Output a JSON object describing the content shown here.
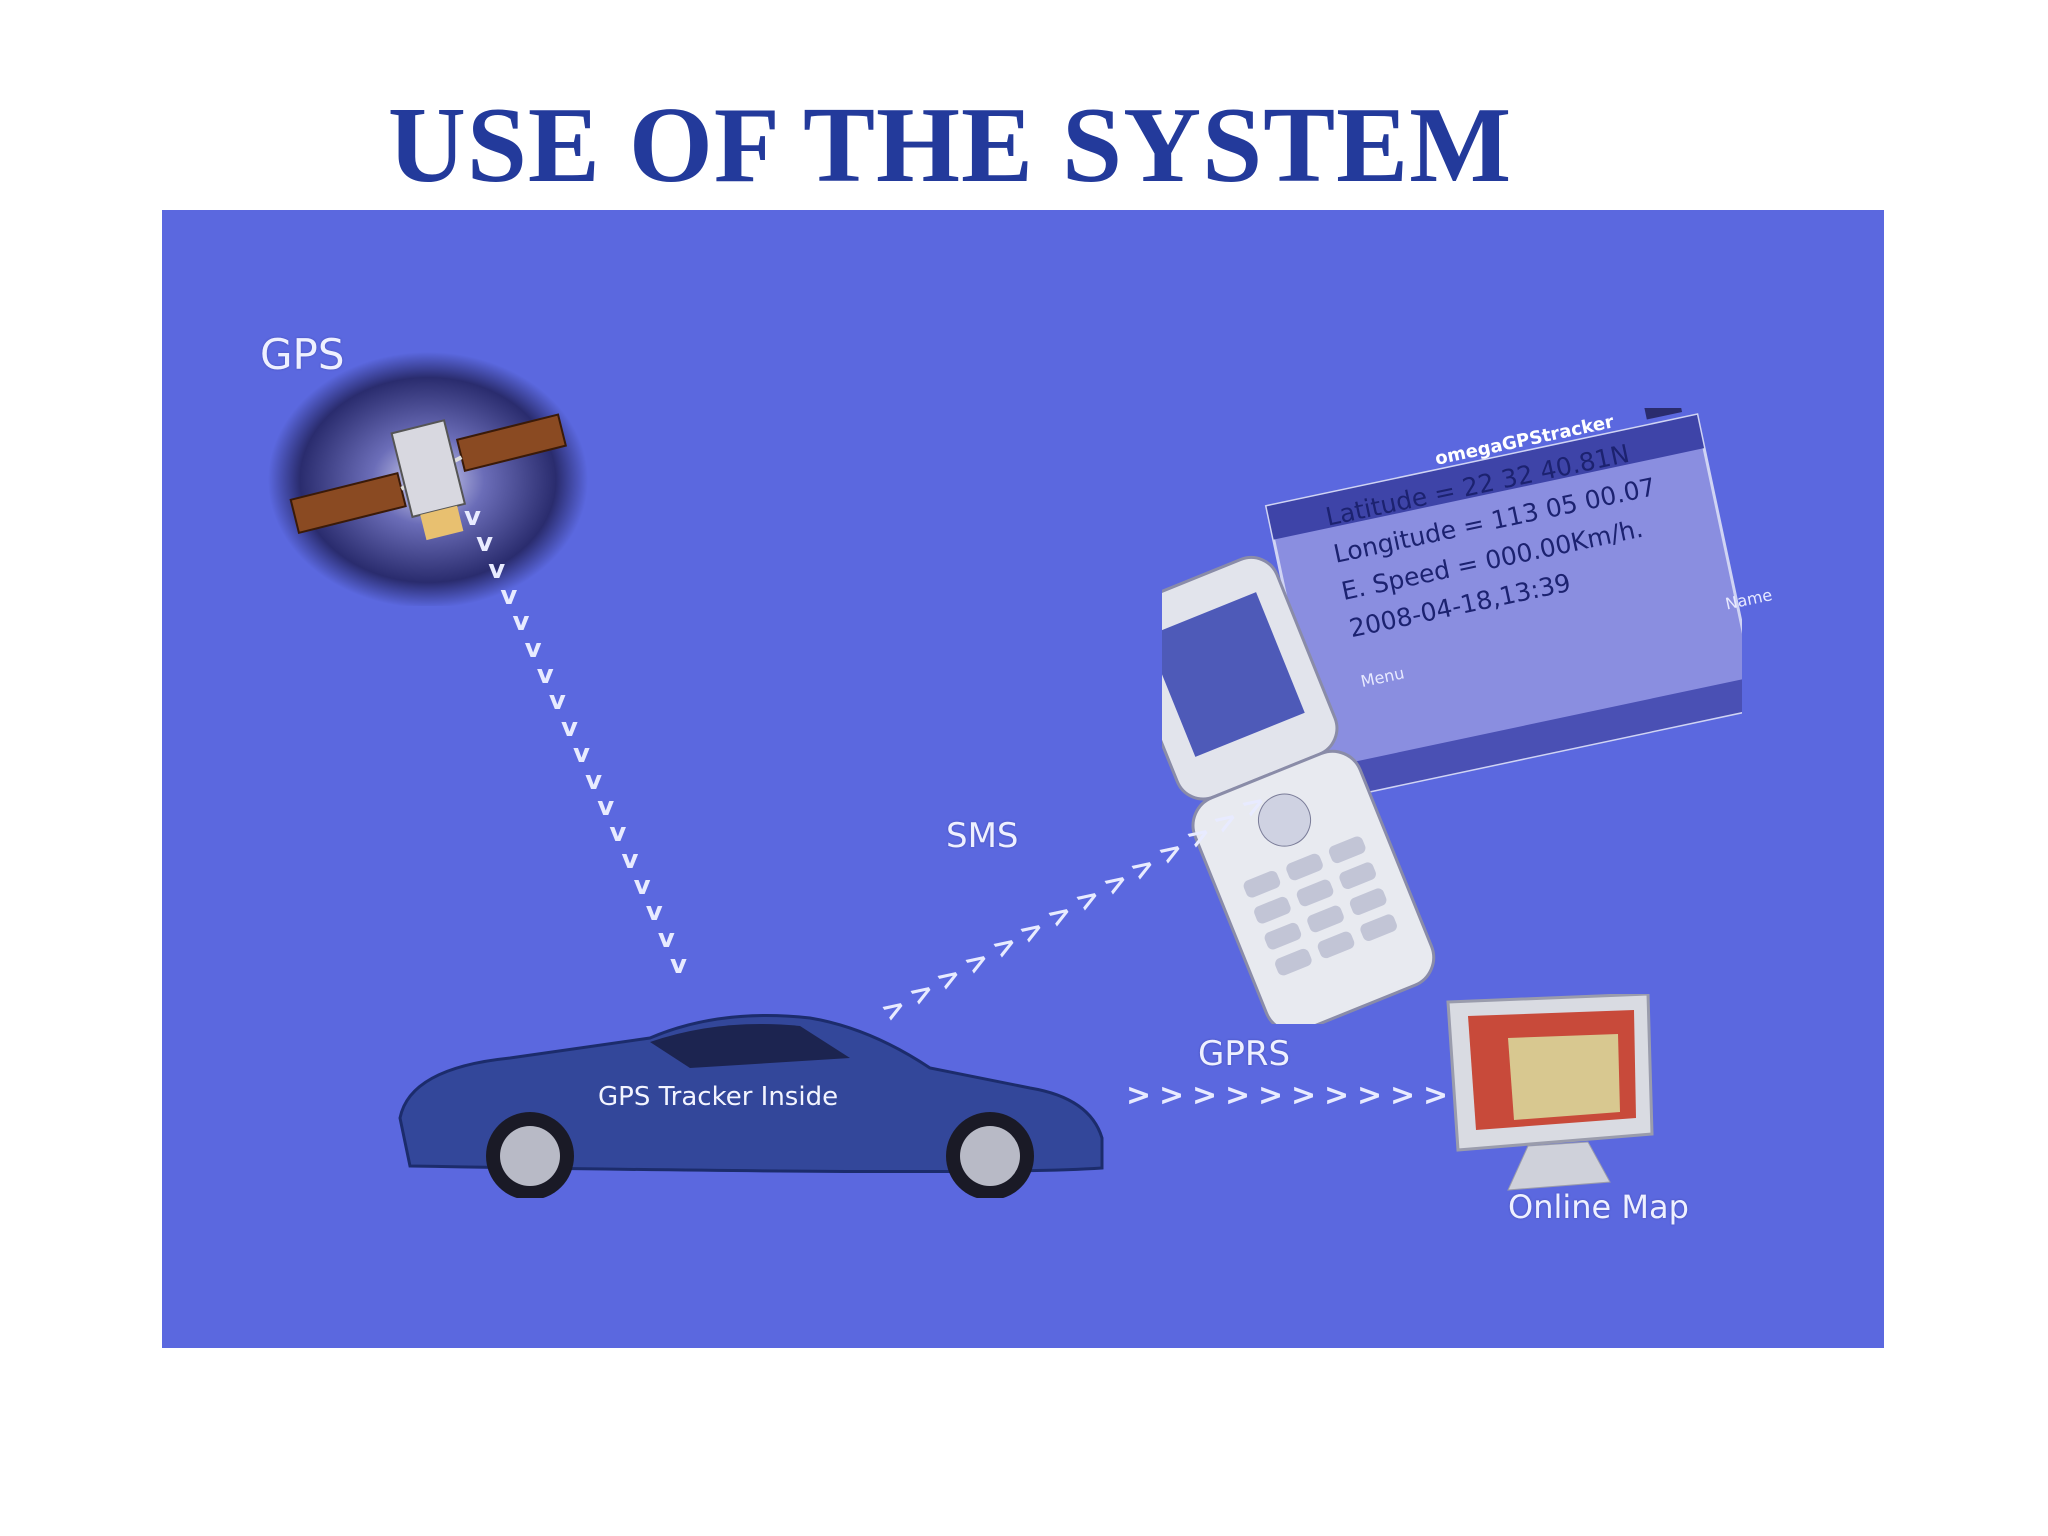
{
  "title": "USE OF THE SYSTEM",
  "labels": {
    "gps": "GPS",
    "sms": "SMS",
    "gprs": "GPRS",
    "online_map": "Online Map",
    "car": "GPS Tracker Inside"
  },
  "phone_screen": {
    "app_name": "omegaGPStracker",
    "lines": [
      "Latitude = 22 32 40.81N",
      "Longitude = 113 05 00.07",
      "E. Speed = 000.00Km/h.",
      "2008-04-18,13:39"
    ],
    "soft_left": "Menu",
    "soft_right": "Name"
  },
  "colors": {
    "title": "#233a9b",
    "background": "#5b68df",
    "arrow": "#e8ebff"
  },
  "icons": [
    "satellite-icon",
    "phone-icon",
    "car-icon",
    "monitor-icon"
  ]
}
